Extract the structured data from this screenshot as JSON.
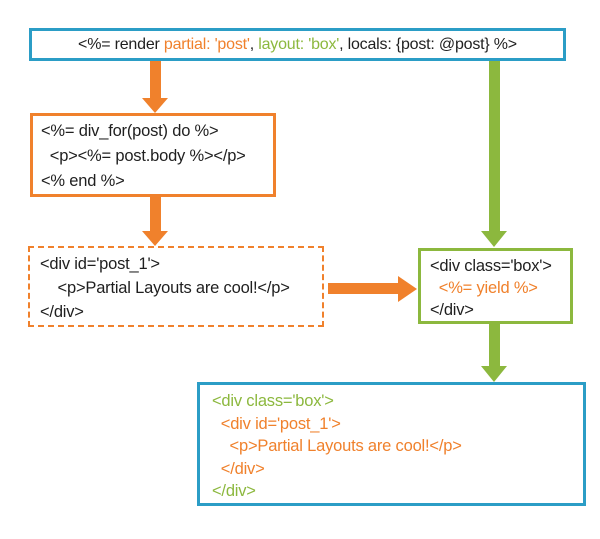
{
  "colors": {
    "blue_border": "#2b9dc6",
    "orange": "#f0812c",
    "green": "#8cb83e",
    "text_black": "#1f1f1f"
  },
  "boxes": {
    "render_call": {
      "segments": [
        {
          "text": "<%= render ",
          "style": "color:#1f1f1f"
        },
        {
          "text": "partial: 'post'",
          "style": "color:#f0812c"
        },
        {
          "text": ", ",
          "style": "color:#1f1f1f"
        },
        {
          "text": "layout: 'box'",
          "style": "color:#8cb83e"
        },
        {
          "text": ", locals: {post: @post} %>",
          "style": "color:#1f1f1f"
        }
      ]
    },
    "partial_template": {
      "lines": [
        {
          "text": "<%= div_for(post) do %>",
          "style": "color:#1f1f1f"
        },
        {
          "text": "  <p><%= post.body %></p>",
          "style": "color:#1f1f1f"
        },
        {
          "text": "<% end %>",
          "style": "color:#1f1f1f"
        }
      ]
    },
    "partial_output": {
      "lines": [
        {
          "text": "<div id='post_1'>",
          "style": "color:#1f1f1f"
        },
        {
          "text": "    <p>Partial Layouts are cool!</p>",
          "style": "color:#1f1f1f"
        },
        {
          "text": "</div>",
          "style": "color:#1f1f1f"
        }
      ]
    },
    "layout_template": {
      "lines": [
        {
          "text": "<div class='box'>",
          "style": "color:#1f1f1f"
        },
        {
          "text": "  <%= yield %>",
          "style": "color:#f0812c"
        },
        {
          "text": "</div>",
          "style": "color:#1f1f1f"
        }
      ]
    },
    "final_output": {
      "lines": [
        {
          "text": "<div class='box'>",
          "style": "color:#8cb83e"
        },
        {
          "text": "  <div id='post_1'>",
          "style": "color:#f0812c"
        },
        {
          "text": "    <p>Partial Layouts are cool!</p>",
          "style": "color:#f0812c"
        },
        {
          "text": "  </div>",
          "style": "color:#f0812c"
        },
        {
          "text": "</div>",
          "style": "color:#8cb83e"
        }
      ]
    }
  }
}
